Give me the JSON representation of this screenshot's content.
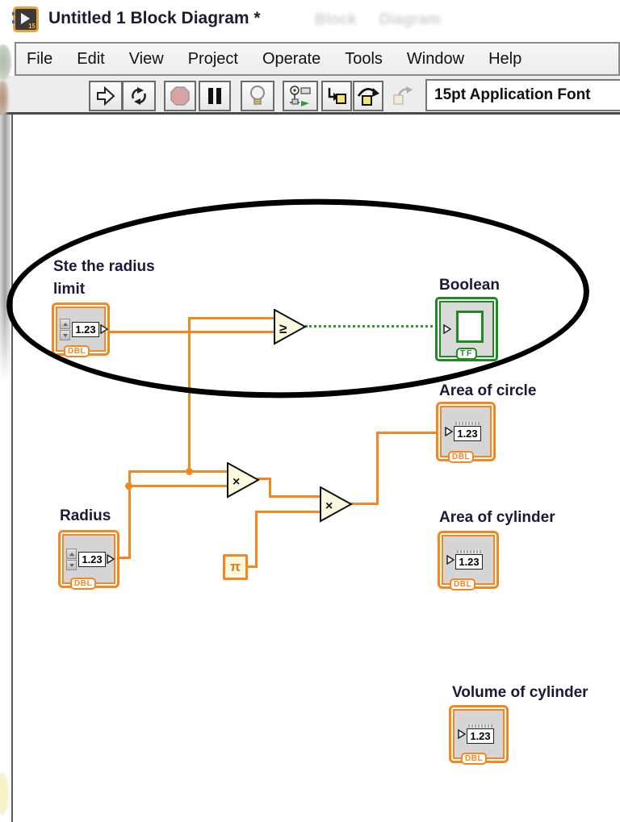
{
  "window": {
    "title": "Untitled 1 Block Diagram *",
    "watermark1": "Block",
    "watermark2": "Diagram"
  },
  "menu": {
    "items": [
      "File",
      "Edit",
      "View",
      "Project",
      "Operate",
      "Tools",
      "Window",
      "Help"
    ]
  },
  "toolbar": {
    "font_selector": "15pt Application Font",
    "icons": [
      "run-icon",
      "run-continuously-icon",
      "abort-icon",
      "pause-icon",
      "highlight-execution-icon",
      "retain-wire-values-icon",
      "step-into-icon",
      "step-over-icon",
      "step-out-icon"
    ]
  },
  "diagram": {
    "labels": {
      "radius_limit_line1": "Ste the radius",
      "radius_limit_line2": "limit",
      "boolean": "Boolean",
      "area_of_circle": "Area of circle",
      "radius": "Radius",
      "area_of_cylinder": "Area of cylinder",
      "volume_of_cylinder": "Volume of cylinder"
    },
    "terminals": {
      "numeric_value": "1.23",
      "numeric_type": "DBL",
      "boolean_type": "TF",
      "pi_symbol": "π",
      "ge_symbol": "≥",
      "multiply_symbol": "×"
    },
    "colors": {
      "wire_orange": "#F6861F",
      "boolean_green": "#1F8A1F",
      "node_fill": "#FBFADF",
      "annotation": "#000000"
    }
  }
}
